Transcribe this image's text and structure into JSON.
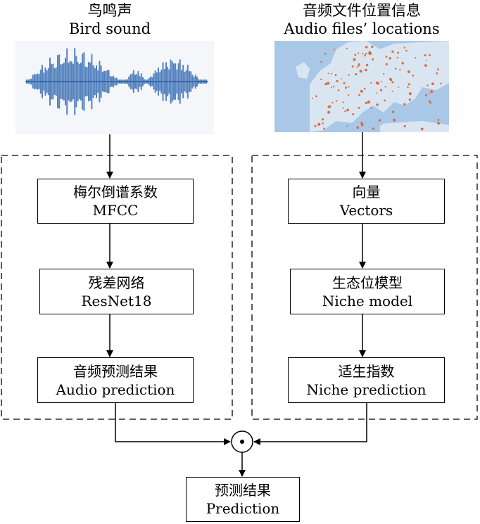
{
  "left": {
    "title_cn": "鸟鸣声",
    "title_en": "Bird sound",
    "steps": [
      {
        "cn": "梅尔倒谱系数",
        "en": "MFCC"
      },
      {
        "cn": "残差网络",
        "en": "ResNet18"
      },
      {
        "cn": "音频预测结果",
        "en": "Audio prediction"
      }
    ]
  },
  "right": {
    "title_cn": "音频文件位置信息",
    "title_en": "Audio files’ locations",
    "steps": [
      {
        "cn": "向量",
        "en": "Vectors"
      },
      {
        "cn": "生态位模型",
        "en": "Niche model"
      },
      {
        "cn": "适生指数",
        "en": "Niche prediction"
      }
    ]
  },
  "output": {
    "cn": "预测结果",
    "en": "Prediction"
  },
  "operator_icon": "hadamard-product-icon",
  "colors": {
    "waveform": "#3a6fb5",
    "map_land": "#d9e6f2",
    "map_sea": "#a9c8e8",
    "map_points": "#e06a3a"
  }
}
